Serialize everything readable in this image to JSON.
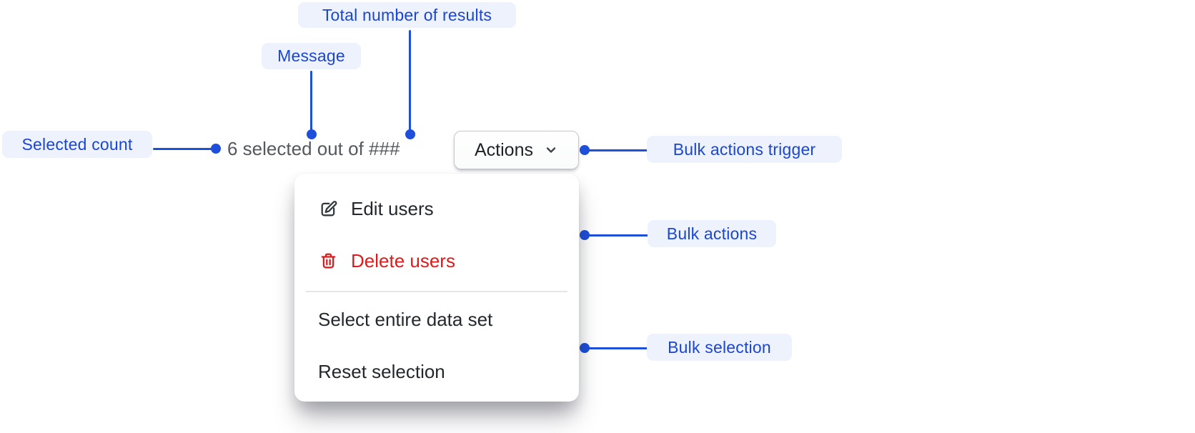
{
  "palette": {
    "canvas_bg": "#ffffff",
    "accent_blue": "#1b46d2",
    "connector_blue": "#1d4fdb",
    "pill_background": "#edf2fd",
    "message_text": "#55585c",
    "menu_text": "#24282d",
    "destructive_red": "#dc1c1c",
    "button_border": "#c4c8cc",
    "button_text": "#1e2226",
    "icon_dark": "#3f444a",
    "panel_background": "#ffffff",
    "divider": "#e4e6e8"
  },
  "annotations": [
    {
      "id": "total-number-of-results",
      "label": "Total number of results"
    },
    {
      "id": "message",
      "label": "Message"
    },
    {
      "id": "selected-count",
      "label": "Selected count"
    },
    {
      "id": "bulk-actions-trigger",
      "label": "Bulk actions trigger"
    },
    {
      "id": "bulk-actions",
      "label": "Bulk actions"
    },
    {
      "id": "bulk-selection",
      "label": "Bulk selection"
    }
  ],
  "bulk_bar": {
    "selected_count": "6",
    "total_placeholder": "###",
    "message": "6 selected out of ###",
    "actions_button": {
      "label": "Actions",
      "icon": "chevron-down-icon"
    }
  },
  "menu": {
    "items": [
      {
        "label": "Edit users",
        "icon": "edit-pencil-icon",
        "destructive": false
      },
      {
        "label": "Delete users",
        "icon": "trash-icon",
        "destructive": true
      }
    ],
    "selection_items": [
      {
        "label": "Select entire data set"
      },
      {
        "label": "Reset selection"
      }
    ]
  }
}
